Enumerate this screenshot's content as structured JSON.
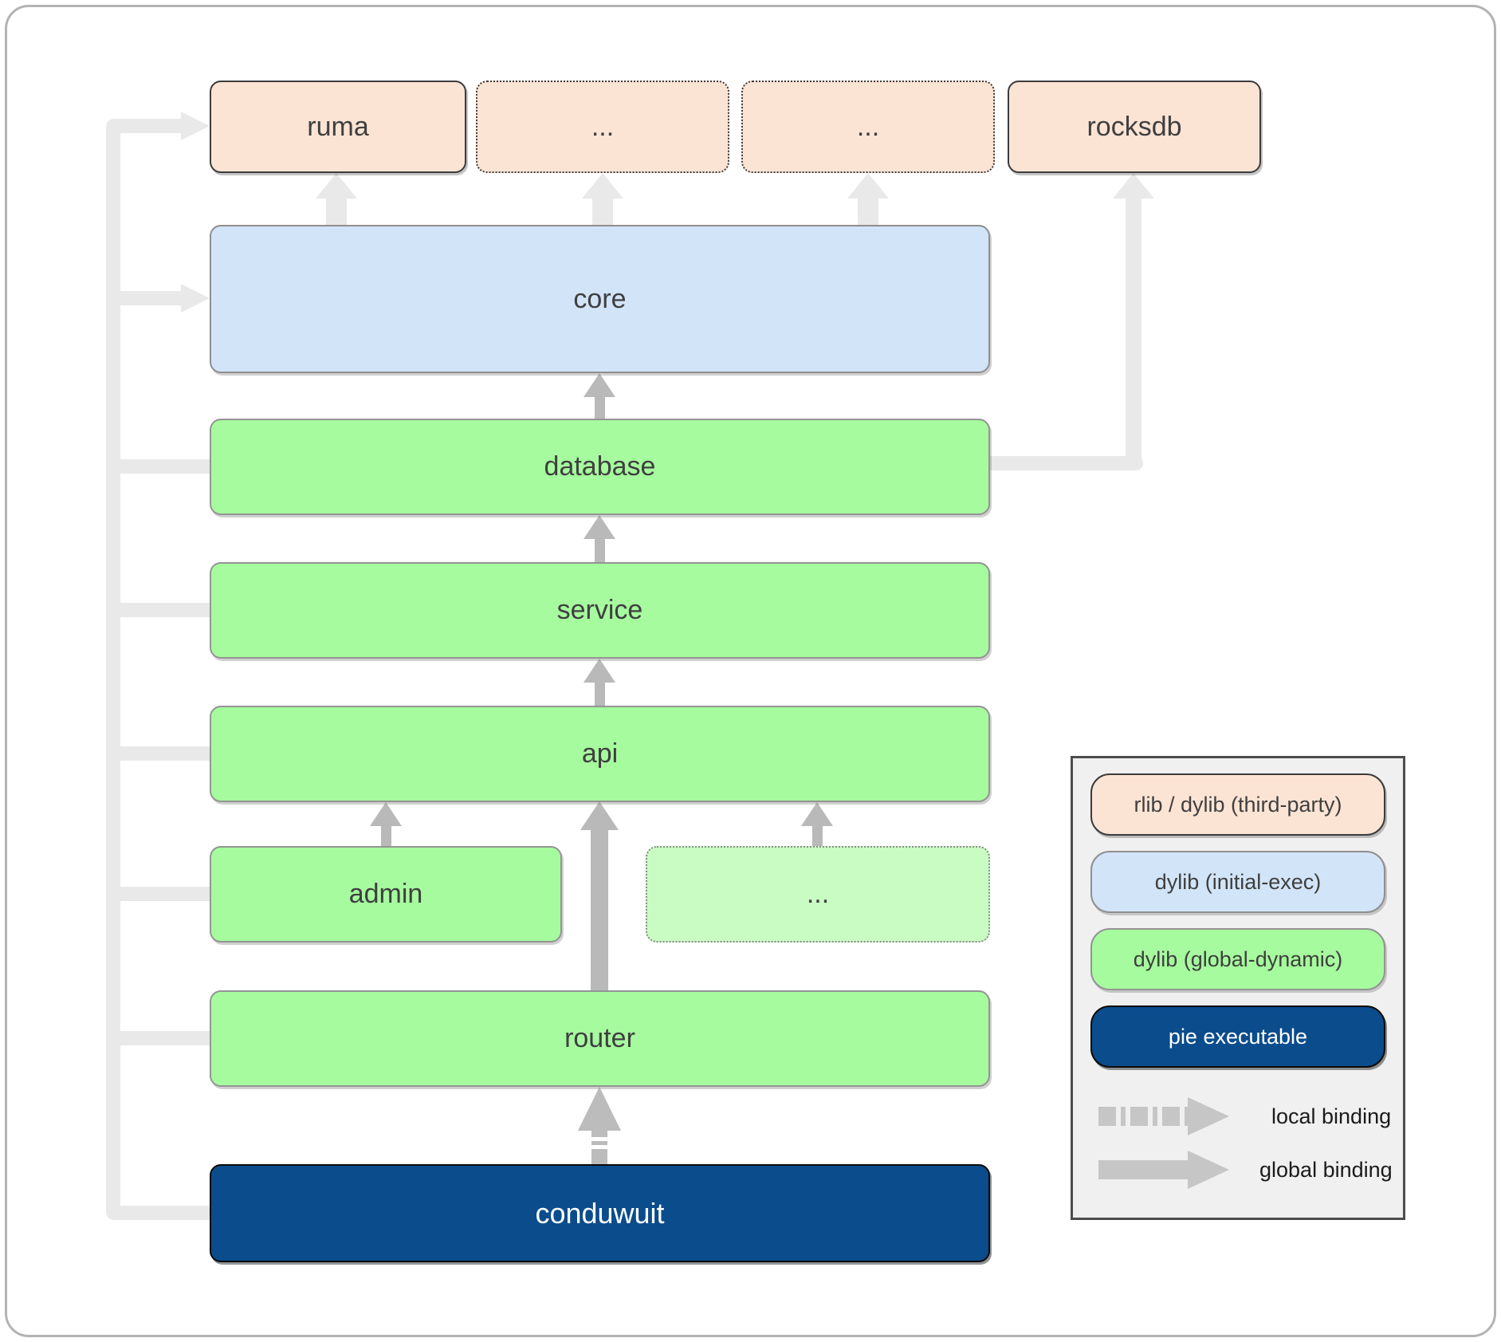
{
  "diagram": {
    "nodes": {
      "ruma": "ruma",
      "dots_top_1": "...",
      "dots_top_2": "...",
      "rocksdb": "rocksdb",
      "core": "core",
      "database": "database",
      "service": "service",
      "api": "api",
      "admin": "admin",
      "dots_mid": "...",
      "router": "router",
      "conduwuit": "conduwuit"
    },
    "legend": {
      "items": [
        {
          "label": "rlib / dylib (third-party)",
          "type": "third-party"
        },
        {
          "label": "dylib (initial-exec)",
          "type": "initial-exec"
        },
        {
          "label": "dylib (global-dynamic)",
          "type": "global-dynamic"
        },
        {
          "label": "pie executable",
          "type": "pie-executable"
        }
      ],
      "bindings": [
        {
          "label": "local binding",
          "style": "dashed"
        },
        {
          "label": "global binding",
          "style": "solid"
        }
      ]
    }
  },
  "colors": {
    "third_party_fill": "#fce4d4",
    "initial_exec_fill": "#d2e4f8",
    "global_dynamic_fill": "#a6fb9e",
    "global_dynamic_light_fill": "#c9fcc2",
    "pie_fill": "#0b4c8c",
    "edge_light": "#e9e9e9",
    "edge_medium": "#b9b9b9",
    "edge_dashed": "#bcbcbc",
    "legend_bg": "#f0f0f0",
    "text": "#3f3f3f"
  }
}
